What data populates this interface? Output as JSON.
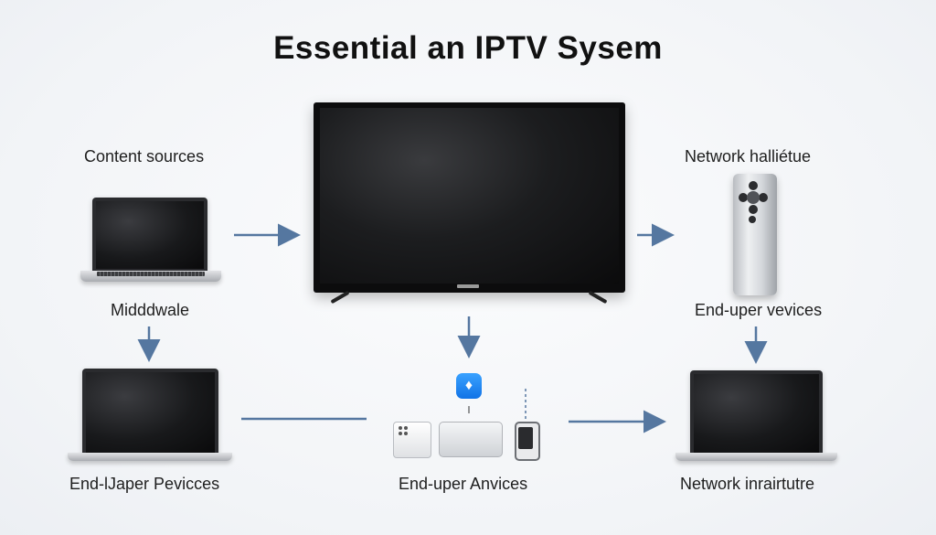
{
  "title": "Essential an IPTV Sysem",
  "labels": {
    "content_sources": "Content sources",
    "middleware": "Midddwale",
    "end_user_devices_left": "End-lJaper Pevicces",
    "network_hardware": "Network halliétue",
    "end_user_devices_right": "End-uper vevices",
    "network_infrastructure": "Network inrairtutre",
    "end_user_anvices": "End-uper Anvices"
  },
  "icons": {
    "tv": "television-icon",
    "laptop": "laptop-icon",
    "remote": "remote-control-icon",
    "app": "app-icon",
    "phone": "smartphone-icon",
    "settop": "set-top-box-icon"
  },
  "colors": {
    "arrow": "#5577a0",
    "app_blue": "#1e88f5"
  }
}
